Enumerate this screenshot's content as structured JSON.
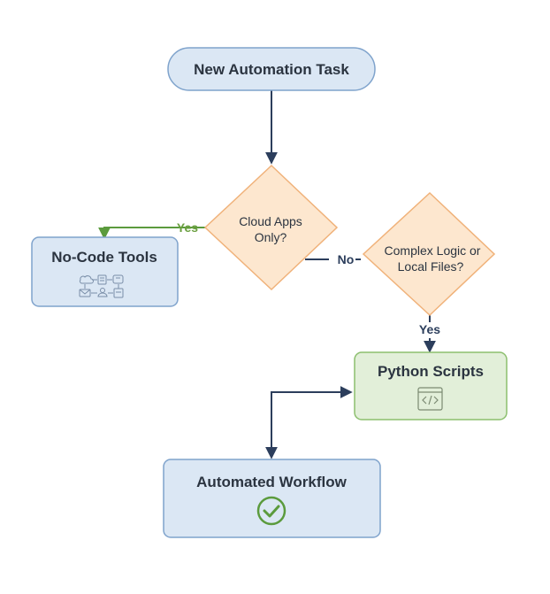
{
  "diagram": {
    "start": {
      "label": "New Automation Task"
    },
    "decision_cloud": {
      "line1": "Cloud Apps",
      "line2": "Only?"
    },
    "decision_complex": {
      "line1": "Complex Logic or",
      "line2": "Local Files?"
    },
    "nocode": {
      "label": "No-Code Tools",
      "icon": "app-integration-icons"
    },
    "python": {
      "label": "Python Scripts",
      "icon": "code-window-icon"
    },
    "workflow": {
      "label": "Automated Workflow",
      "icon": "check-circle-icon"
    },
    "edges": {
      "cloud_yes": "Yes",
      "cloud_no": "No",
      "complex_yes": "Yes"
    },
    "colors": {
      "start_fill": "#dbe7f4",
      "start_stroke": "#7fa3cc",
      "decision_fill": "#fde7cf",
      "decision_stroke": "#f0b27a",
      "nocode_fill": "#dbe7f4",
      "nocode_stroke": "#7fa3cc",
      "python_fill": "#e2efd9",
      "python_stroke": "#8cbf6e",
      "workflow_fill": "#dbe7f4",
      "workflow_stroke": "#7fa3cc",
      "edge_dark": "#2c3e5c",
      "edge_green": "#5b9b3d",
      "label_green": "#6a9f3f",
      "label_dark": "#2c3e5c",
      "check_green": "#5b9b3d"
    }
  }
}
